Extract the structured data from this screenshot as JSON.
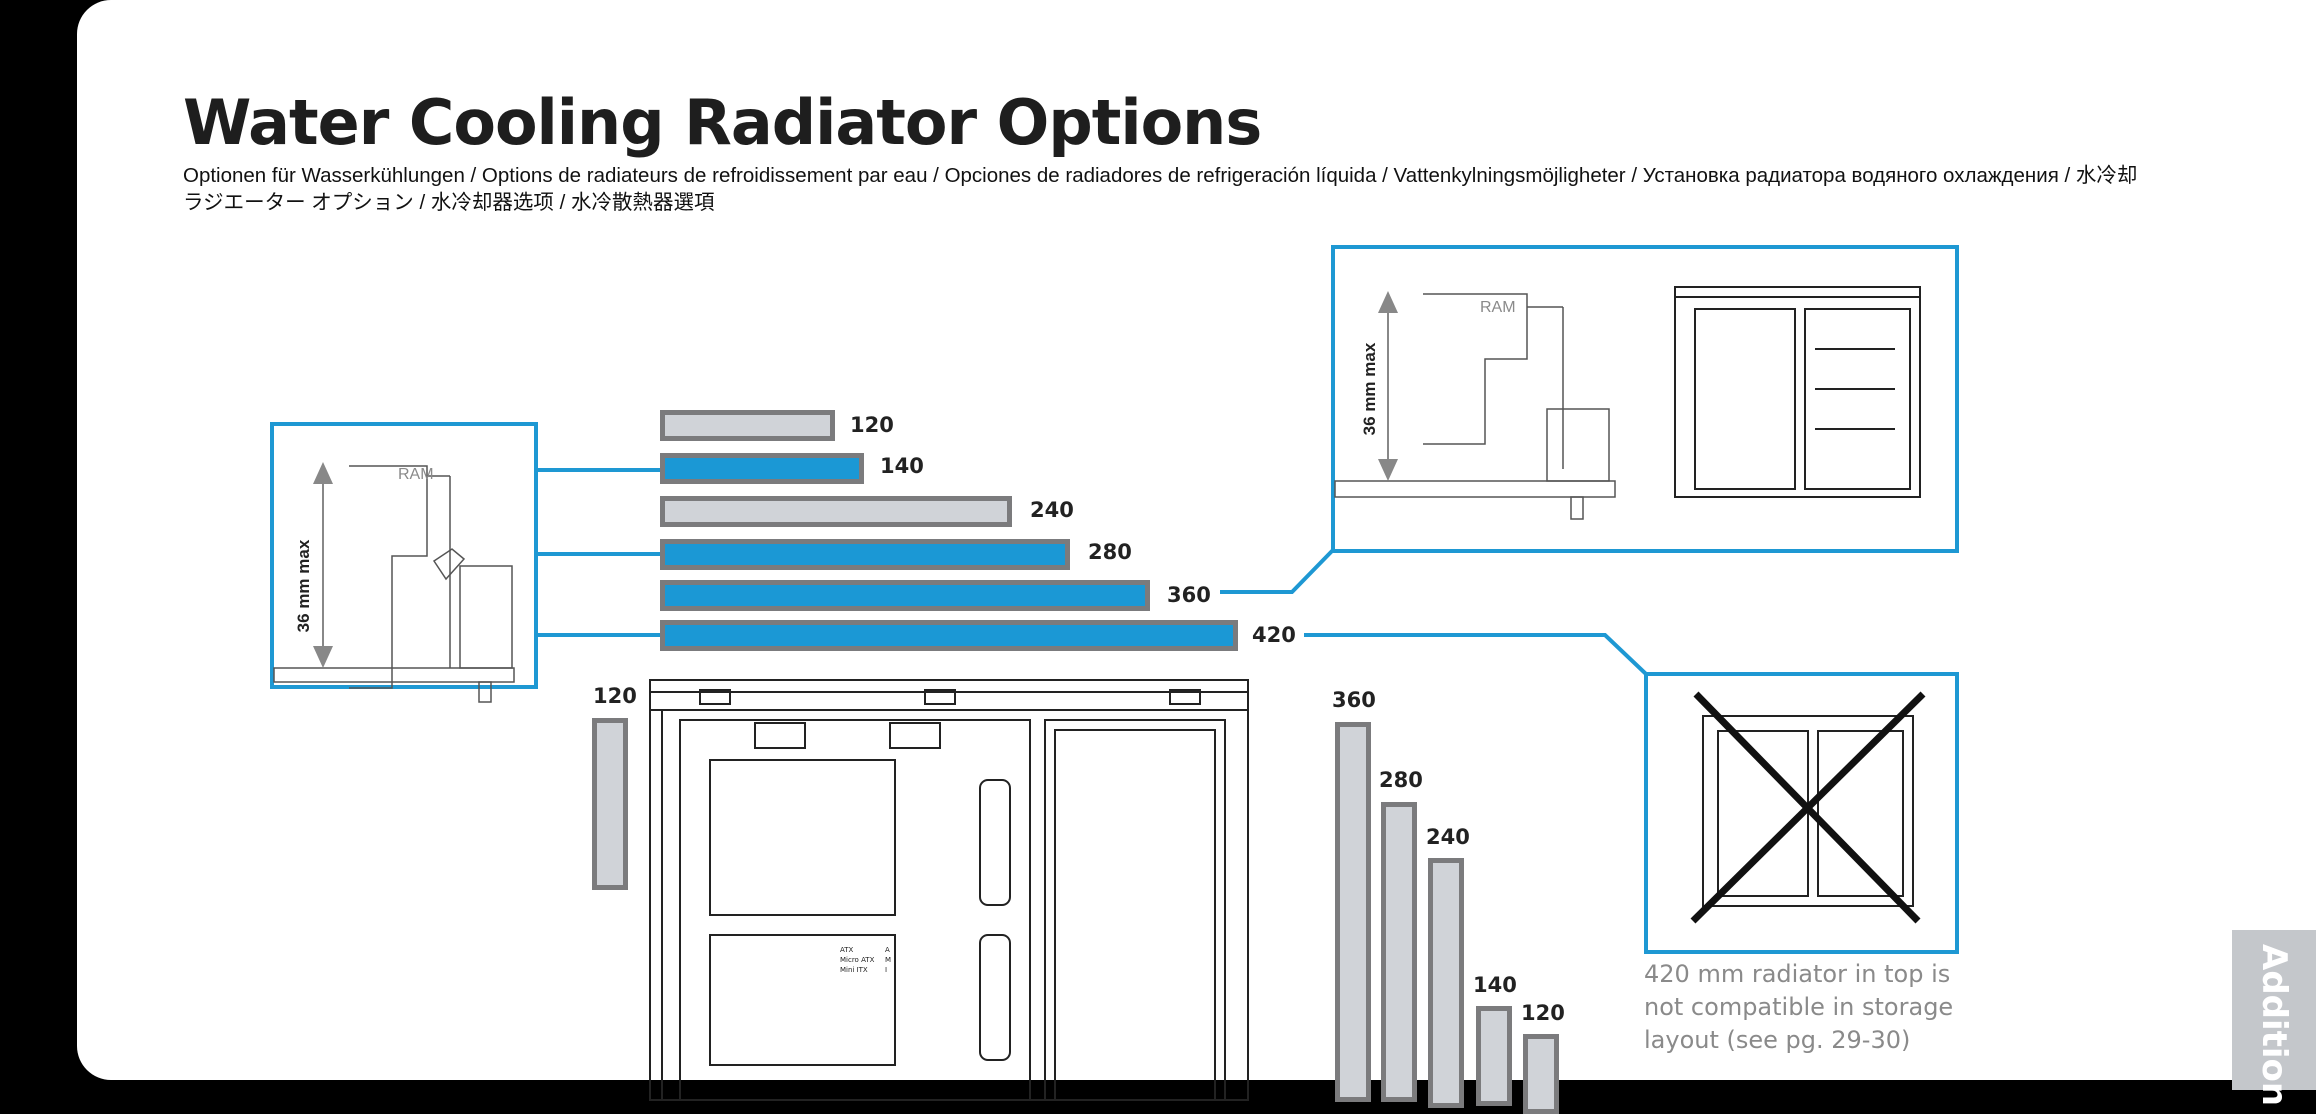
{
  "header": {
    "title": "Water Cooling Radiator Options",
    "subtitle": "Optionen für Wasserkühlungen / Options de radiateurs de refroidissement par eau / Opciones de radiadores de refrigeración líquida / Vattenkylningsmöjligheter / Установка радиатора водяного охлаждения / 水冷却ラジエーター オプション / 水冷却器选项 / 水冷散熱器選項"
  },
  "top_radiators": [
    {
      "label": "120",
      "supported": false
    },
    {
      "label": "140",
      "supported": true
    },
    {
      "label": "240",
      "supported": false
    },
    {
      "label": "280",
      "supported": true
    },
    {
      "label": "360",
      "supported": true
    },
    {
      "label": "420",
      "supported": true
    }
  ],
  "front_radiators": [
    {
      "label": "120"
    }
  ],
  "bottom_radiators": [
    {
      "label": "360"
    },
    {
      "label": "280"
    },
    {
      "label": "240"
    },
    {
      "label": "140"
    },
    {
      "label": "120"
    }
  ],
  "ram_diagram": {
    "ram_label": "RAM",
    "clearance_label": "36 mm max"
  },
  "ram_diagram_right": {
    "ram_label": "RAM",
    "clearance_label": "36 mm max"
  },
  "case_labels": {
    "atx": "ATX",
    "matx": "Micro ATX",
    "itx": "Mini ITX",
    "a": "A",
    "m": "M",
    "i": "I"
  },
  "note": "420 mm radiator in top is not compatible in storage layout (see pg. 29-30)",
  "side_tab": "Addition",
  "colors": {
    "accent": "#1e98d3",
    "supported": "#1b98d5",
    "unsupported": "#d0d3d8",
    "border": "#7b7b7d"
  }
}
